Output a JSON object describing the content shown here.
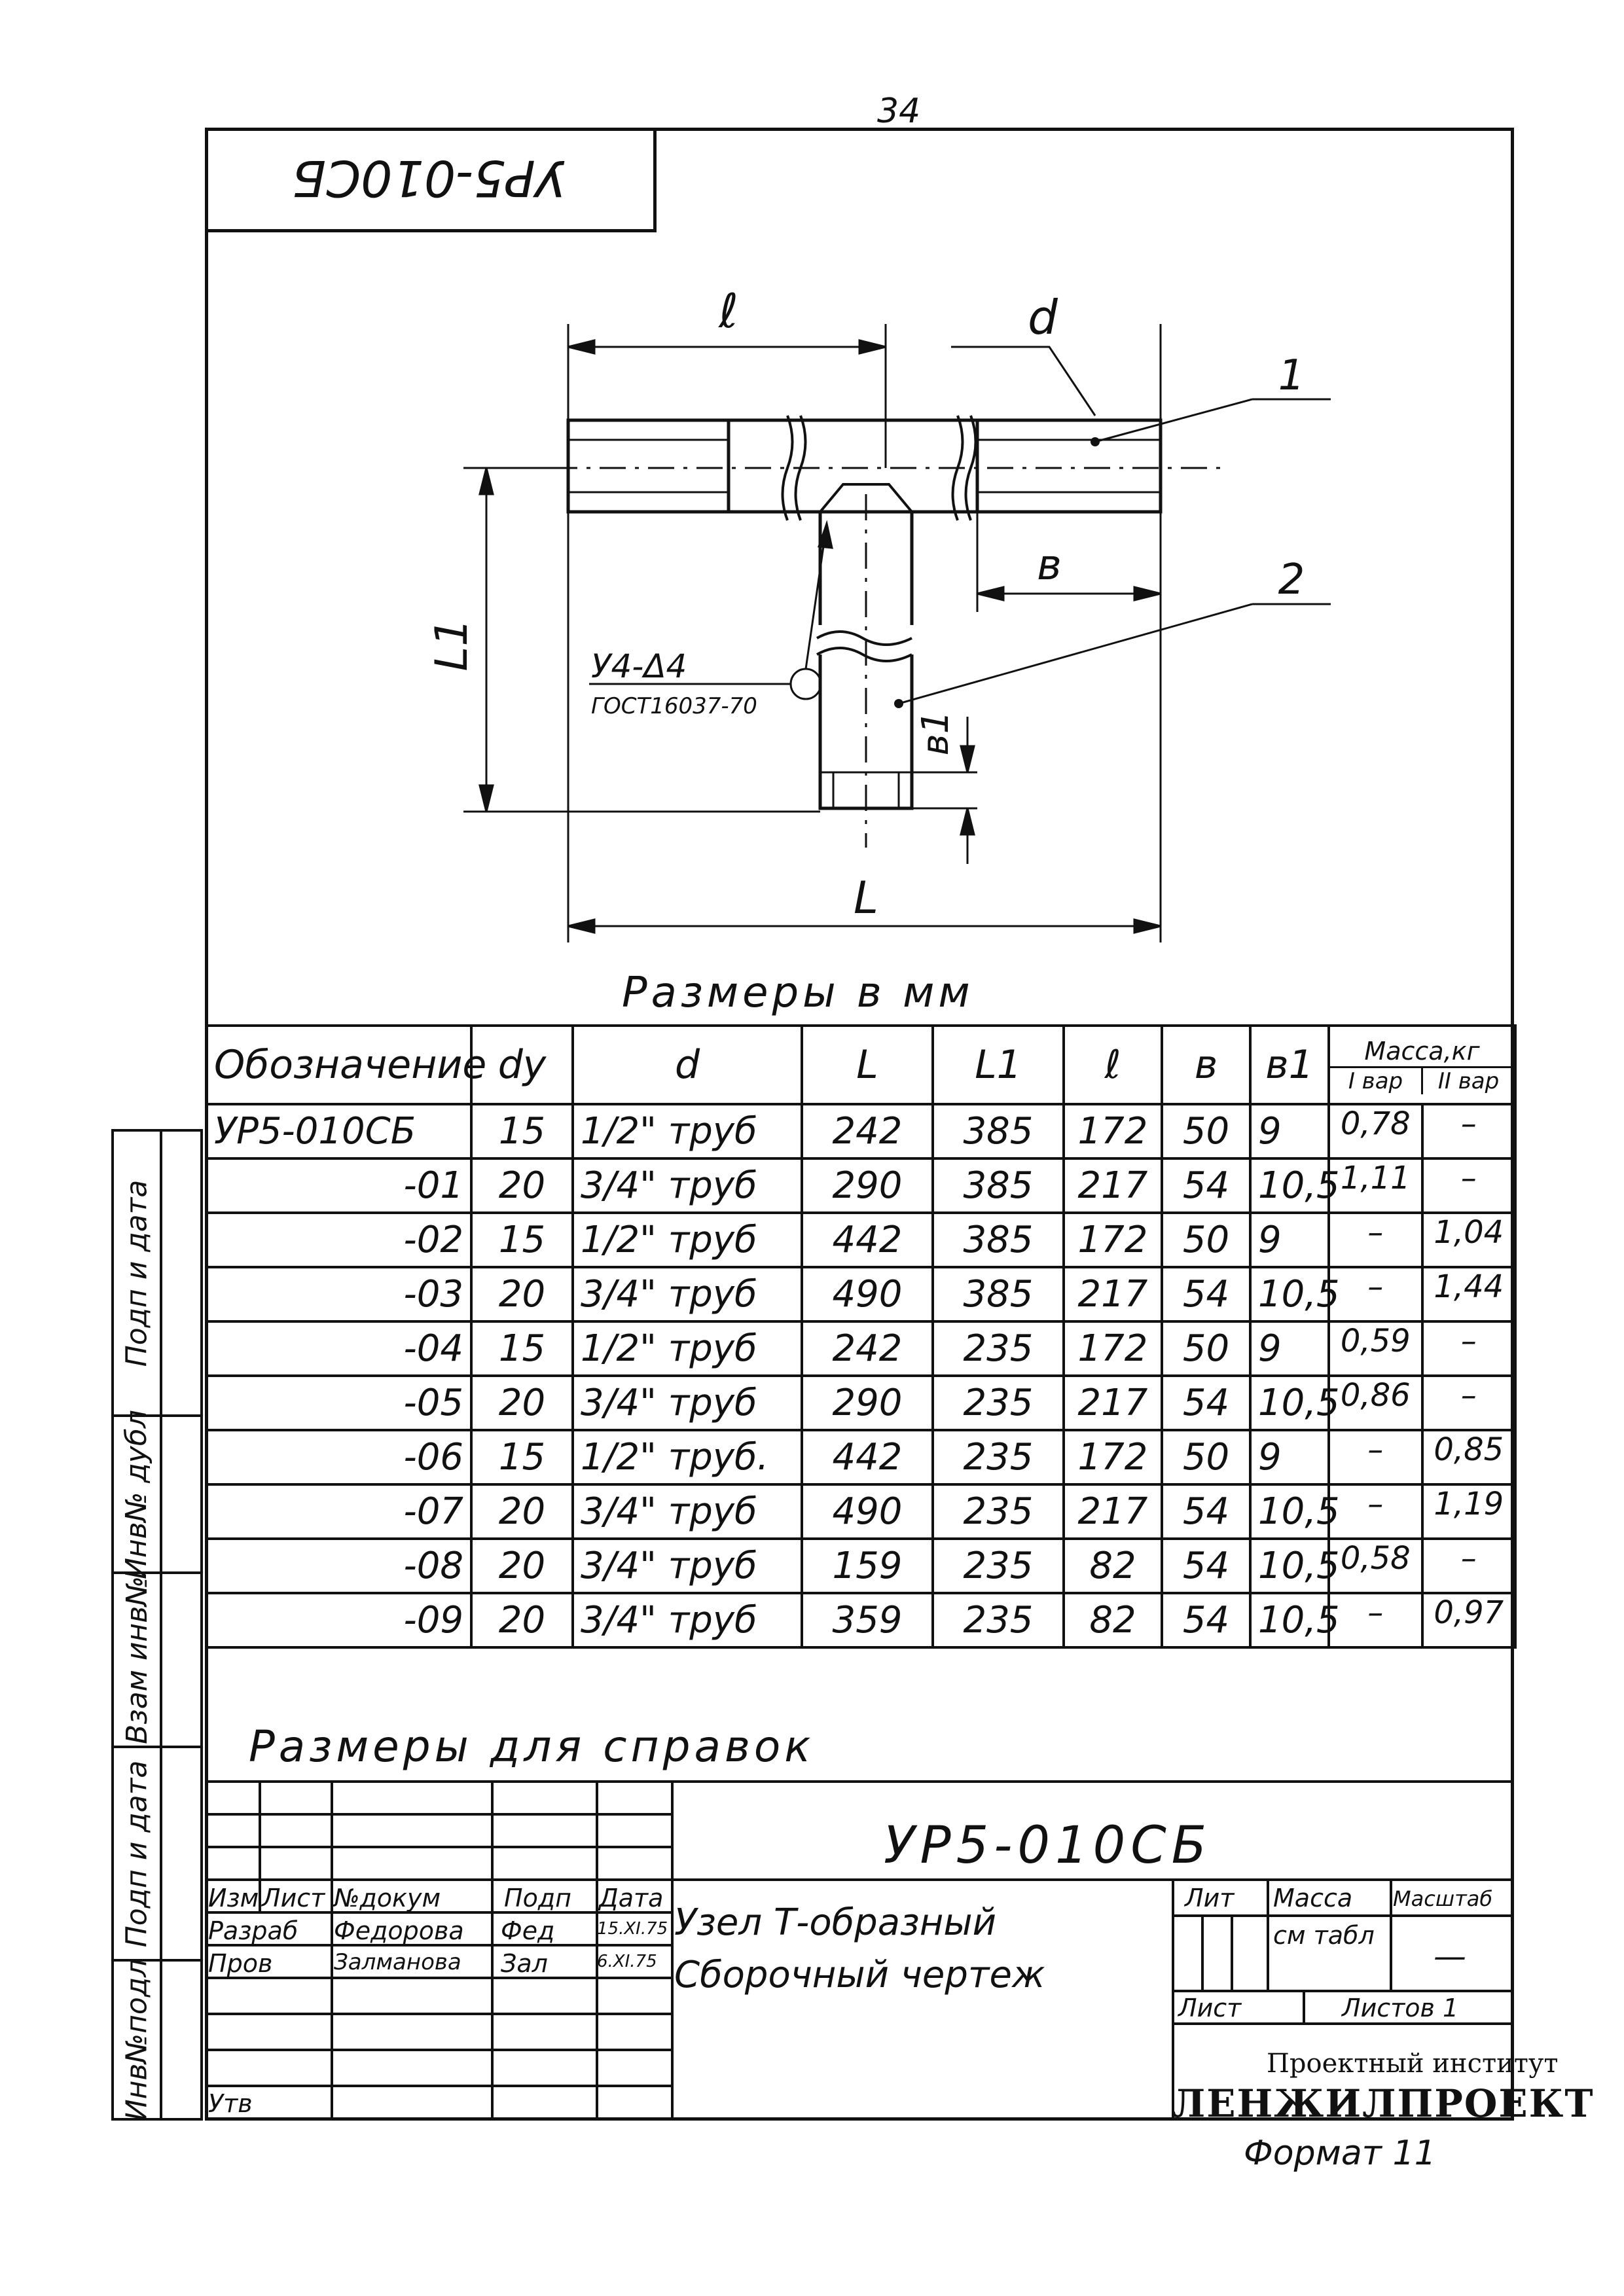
{
  "page_number": "34",
  "mirrored_stamp": "УР5-010СБ",
  "drawing": {
    "dim_l": "ℓ",
    "dim_d": "d",
    "dim_L1": "L1",
    "dim_b": "в",
    "dim_b1": "в1",
    "dim_L": "L",
    "pos1": "1",
    "pos2": "2",
    "weld_symbol": "У4-Δ4",
    "weld_standard": "ГОСТ16037-70"
  },
  "sizes_caption": "Размеры в мм",
  "table": {
    "headers": {
      "oboz": "Обозначение",
      "dy": "dу",
      "d": "d",
      "L": "L",
      "L1": "L1",
      "l": "ℓ",
      "b": "в",
      "b1": "в1",
      "massa": "Масса,кг",
      "var1": "I вар",
      "var2": "II вар"
    },
    "rows": [
      {
        "oboz": "УР5-010СБ",
        "dy": "15",
        "d": "1/2\" труб",
        "L": "242",
        "L1": "385",
        "l": "172",
        "b": "50",
        "b1": "9",
        "m1": "0,78",
        "m2": "–"
      },
      {
        "oboz": "-01",
        "dy": "20",
        "d": "3/4\" труб",
        "L": "290",
        "L1": "385",
        "l": "217",
        "b": "54",
        "b1": "10,5",
        "m1": "1,11",
        "m2": "–"
      },
      {
        "oboz": "-02",
        "dy": "15",
        "d": "1/2\" труб",
        "L": "442",
        "L1": "385",
        "l": "172",
        "b": "50",
        "b1": "9",
        "m1": "–",
        "m2": "1,04"
      },
      {
        "oboz": "-03",
        "dy": "20",
        "d": "3/4\" труб",
        "L": "490",
        "L1": "385",
        "l": "217",
        "b": "54",
        "b1": "10,5",
        "m1": "–",
        "m2": "1,44"
      },
      {
        "oboz": "-04",
        "dy": "15",
        "d": "1/2\" труб",
        "L": "242",
        "L1": "235",
        "l": "172",
        "b": "50",
        "b1": "9",
        "m1": "0,59",
        "m2": "–"
      },
      {
        "oboz": "-05",
        "dy": "20",
        "d": "3/4\" труб",
        "L": "290",
        "L1": "235",
        "l": "217",
        "b": "54",
        "b1": "10,5",
        "m1": "0,86",
        "m2": "–"
      },
      {
        "oboz": "-06",
        "dy": "15",
        "d": "1/2\" труб.",
        "L": "442",
        "L1": "235",
        "l": "172",
        "b": "50",
        "b1": "9",
        "m1": "–",
        "m2": "0,85"
      },
      {
        "oboz": "-07",
        "dy": "20",
        "d": "3/4\" труб",
        "L": "490",
        "L1": "235",
        "l": "217",
        "b": "54",
        "b1": "10,5",
        "m1": "–",
        "m2": "1,19"
      },
      {
        "oboz": "-08",
        "dy": "20",
        "d": "3/4\" труб",
        "L": "159",
        "L1": "235",
        "l": "82",
        "b": "54",
        "b1": "10,5",
        "m1": "0,58",
        "m2": "–"
      },
      {
        "oboz": "-09",
        "dy": "20",
        "d": "3/4\" труб",
        "L": "359",
        "L1": "235",
        "l": "82",
        "b": "54",
        "b1": "10,5",
        "m1": "–",
        "m2": "0,97"
      }
    ]
  },
  "reference_caption": "Размеры для справок",
  "side_labels": [
    "Подп и дата",
    "Инв№ дубл",
    "Взам инв№",
    "Подп и дата",
    "Инв№подл"
  ],
  "title_block": {
    "code": "УР5-010СБ",
    "name_line1": "Узел Т-образный",
    "name_line2": "Сборочный чертеж",
    "cols": {
      "izm": "Изм",
      "list": "Лист",
      "ndok": "№докум",
      "podp": "Подп",
      "data": "Дата"
    },
    "razrab_label": "Разраб",
    "razrab_name": "Федорова",
    "razrab_sign": "Фед",
    "razrab_date": "15.XI.75",
    "prov_label": "Пров",
    "prov_name": "Залманова",
    "prov_sign": "Зал",
    "prov_date": "6.XI.75",
    "utv_label": "Утв",
    "lit_label": "Лит",
    "massa_label": "Масса",
    "massa_value": "см табл",
    "masshtab_label": "Масштаб",
    "masshtab_value": "—",
    "list_label": "Лист",
    "listov_label": "Листов 1",
    "institute_small": "Проектный институт",
    "institute_big": "ЛЕНЖИЛПРОЕКТ"
  },
  "format": "Формат 11"
}
